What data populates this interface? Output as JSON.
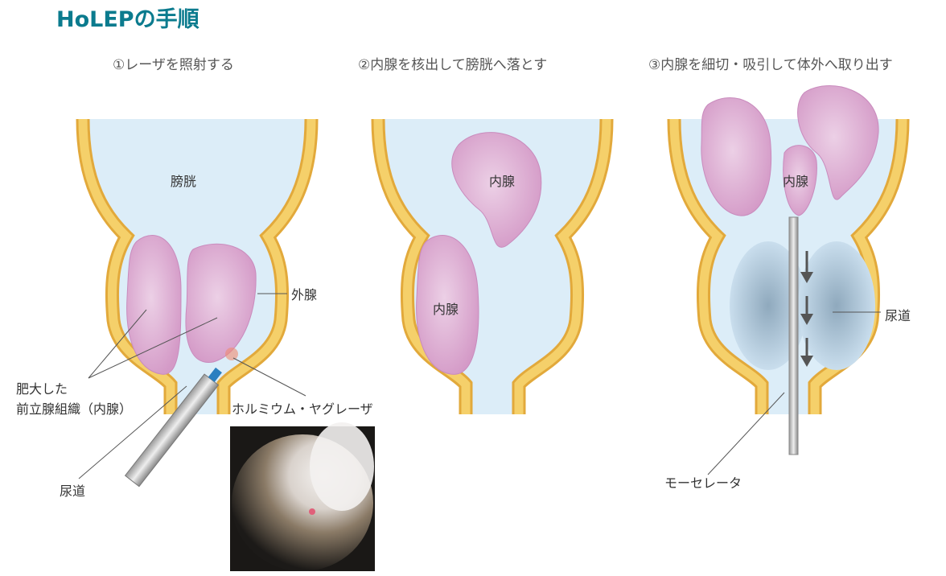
{
  "title": "HoLEPの手順",
  "steps": [
    "①レーザを照射する",
    "②内腺を核出して膀胱へ落とす",
    "③内腺を細切・吸引して体外へ取り出す"
  ],
  "labels": {
    "bladder": "膀胱",
    "outer_gland": "外腺",
    "hyperplasia_1": "肥大した",
    "hyperplasia_2": "前立腺組織（内腺）",
    "urethra": "尿道",
    "laser": "ホルミウム・ヤグレーザ",
    "inner_gland": "内腺",
    "morcellator": "モーセレータ"
  },
  "colors": {
    "title": "#0b7b8e",
    "wall": "#f5d06a",
    "wall_edge": "#e2a93b",
    "lumen": "#dcedf8",
    "gland": "#d9a3cc"
  }
}
